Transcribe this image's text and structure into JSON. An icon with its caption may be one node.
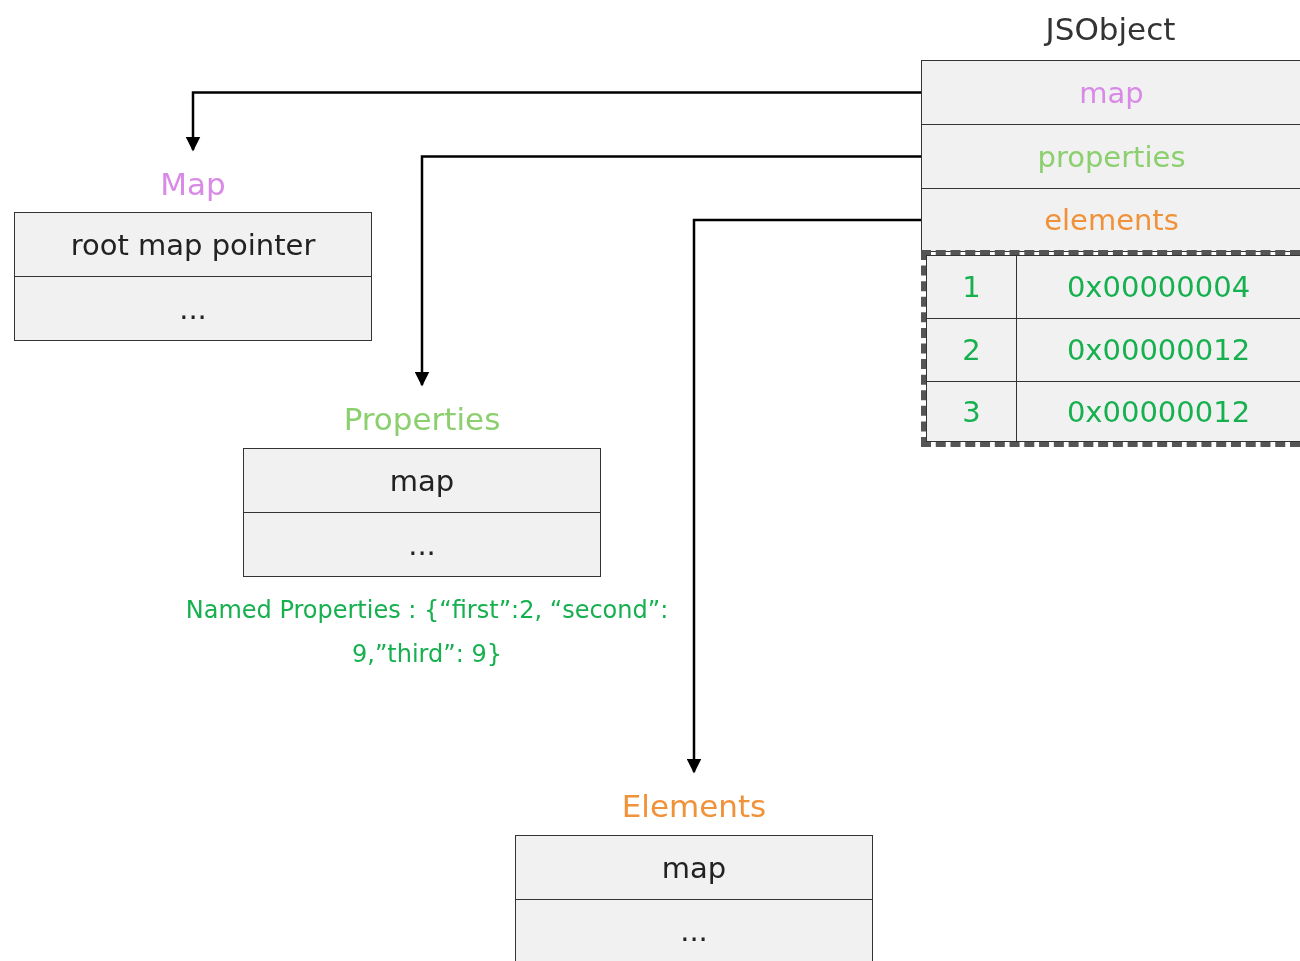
{
  "diagram": {
    "nodes": [
      {
        "text": [
          "JSObject"
        ]
      },
      {
        "text": [
          "map"
        ],
        "in": 0
      },
      {
        "text": [
          "properties"
        ],
        "in": 0
      },
      {
        "text": [
          "elements"
        ],
        "in": 0
      },
      {
        "text": [],
        "shape": "box",
        "in": 0
      },
      {
        "text": [
          "1"
        ],
        "in": 4
      },
      {
        "text": [
          "0x00000004"
        ],
        "in": 4
      },
      {
        "text": [
          "2"
        ],
        "in": 4
      },
      {
        "text": [
          "0x00000012"
        ],
        "in": 4
      },
      {
        "text": [
          "3"
        ],
        "in": 4
      },
      {
        "text": [
          "0x00000012"
        ],
        "in": 4
      },
      {
        "text": [
          "Map"
        ]
      },
      {
        "text": [
          "root map pointer"
        ],
        "in": 11
      },
      {
        "text": [
          "..."
        ],
        "in": 11
      },
      {
        "text": [
          "Properties"
        ],
        "beside": [
          "Named Properties : {“first”:2, “second”: 9,”third”: 9}"
        ]
      },
      {
        "text": [
          "map"
        ],
        "in": 14
      },
      {
        "text": [
          "..."
        ],
        "in": 14
      },
      {
        "text": [
          "Elements"
        ]
      },
      {
        "text": [
          "map"
        ],
        "in": 17
      },
      {
        "text": [
          "..."
        ],
        "in": 17
      }
    ],
    "edges": [
      {
        "from": 1,
        "to": 11,
        "arrow": "to"
      },
      {
        "from": 2,
        "to": 14,
        "arrow": "to"
      },
      {
        "from": 3,
        "to": 17,
        "arrow": "to"
      }
    ]
  }
}
